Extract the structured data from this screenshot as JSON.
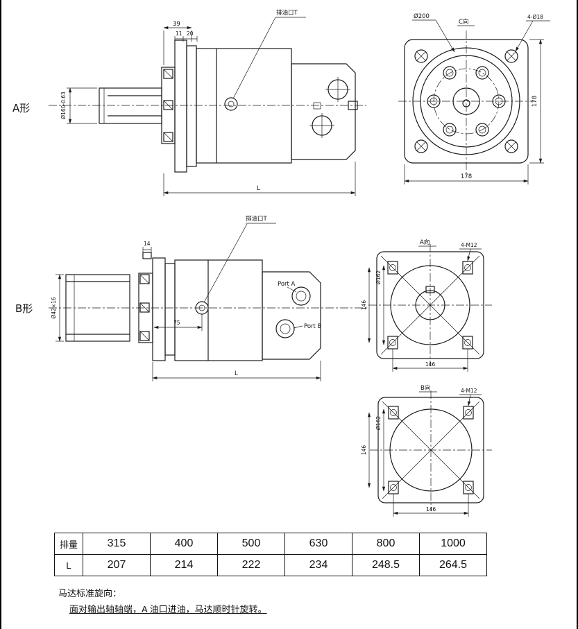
{
  "views": {
    "a_side": {
      "label": "A形",
      "drain_label": "排油口T",
      "dims": {
        "d39": "39",
        "d11": "11",
        "d20": "20",
        "shaft": "Ø160-0.63",
        "L": "L"
      }
    },
    "c_front": {
      "label": "C向",
      "dims": {
        "d200": "Ø200",
        "holes": "4-Ø18",
        "h178": "178",
        "w178": "178"
      }
    },
    "b_side": {
      "label": "B形",
      "drain_label": "排油口T",
      "port_a": "Port A",
      "port_b": "Port B",
      "dims": {
        "d75": "75",
        "d14": "14",
        "shaft": "Ø42×16",
        "L": "L"
      }
    },
    "a_rear": {
      "label": "A向",
      "dims": {
        "holes": "4-M12",
        "d162": "Ø162",
        "w146": "146",
        "h146": "146"
      }
    },
    "b_rear": {
      "label": "B向",
      "dims": {
        "holes": "4-M12",
        "d162": "Ø162",
        "w146": "146",
        "h146": "146"
      }
    }
  },
  "table": {
    "row1_label": "排量",
    "row2_label": "L",
    "displacement": [
      "315",
      "400",
      "500",
      "630",
      "800",
      "1000"
    ],
    "length": [
      "207",
      "214",
      "222",
      "234",
      "248.5",
      "264.5"
    ]
  },
  "notes": {
    "line1": "马达标准旋向：",
    "line2": "面对输出轴轴端，A 油口进油，马达顺时针旋转。"
  }
}
